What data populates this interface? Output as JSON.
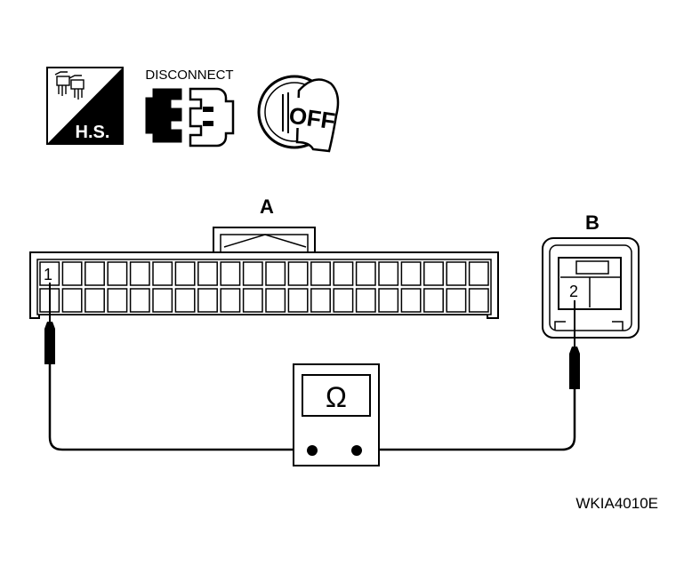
{
  "icons": {
    "hs_text": "H.S.",
    "disconnect_text": "DISCONNECT",
    "ignition_text": "OFF"
  },
  "connector_a": {
    "label": "A",
    "pin_number": "1"
  },
  "connector_b": {
    "label": "B",
    "pin_number": "2"
  },
  "meter": {
    "symbol": "Ω"
  },
  "figure_code": "WKIA4010E"
}
